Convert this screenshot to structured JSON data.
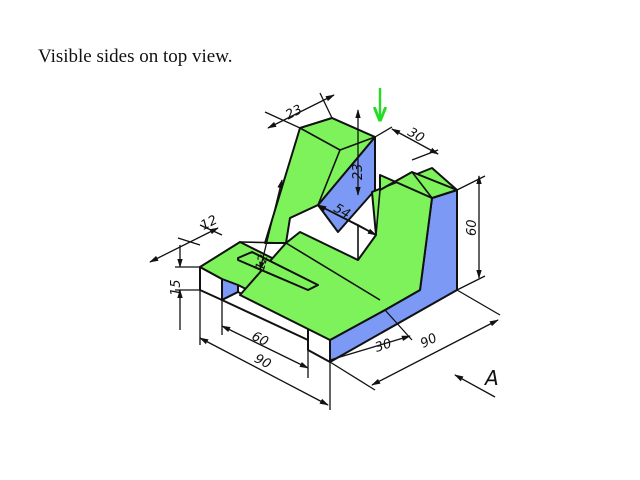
{
  "title": "Visible sides on top view.",
  "colors": {
    "top_face": "#7ef25a",
    "side_face": "#7b99f5",
    "front_face": "#ffffff",
    "outline": "#111111",
    "view_arrow": "#22dd22"
  },
  "dimensions": {
    "d23_top": "23",
    "d30": "30",
    "d23_vert": "23",
    "d54": "54",
    "d12_top": "12",
    "d12_left": "12",
    "d15": "15",
    "d60_right": "60",
    "d60_bottom": "60",
    "d90_bottom": "90",
    "d30_bottom": "30",
    "d90_right": "90"
  },
  "view_label": "A",
  "icons": {
    "view_direction": "down-arrow-icon"
  }
}
